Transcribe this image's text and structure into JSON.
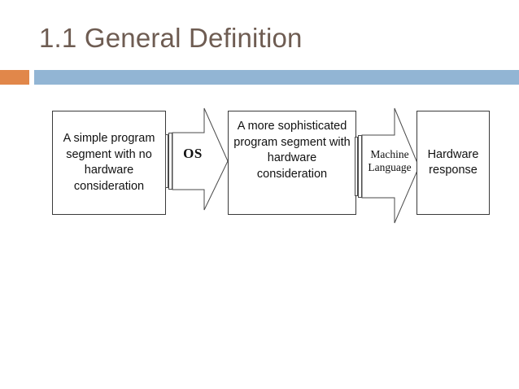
{
  "slide": {
    "title": "1.1 General Definition",
    "accent_square_color": "#E1874A",
    "accent_bar_color": "#92B5D4",
    "title_color": "#6E5C52",
    "background_color": "#FFFFFF"
  },
  "diagram": {
    "type": "flow",
    "boxes": [
      {
        "id": "simple-program",
        "label": "A simple program segment with no hardware consideration"
      },
      {
        "id": "sophisticated-program",
        "label": "A more sophisticated program segment with hardware consideration"
      },
      {
        "id": "hardware-response",
        "label": "Hardware response"
      }
    ],
    "arrows": [
      {
        "id": "os",
        "label": "OS",
        "style": "striped-right-arrow"
      },
      {
        "id": "machine-language",
        "label": "Machine Language",
        "style": "striped-right-arrow"
      }
    ]
  }
}
